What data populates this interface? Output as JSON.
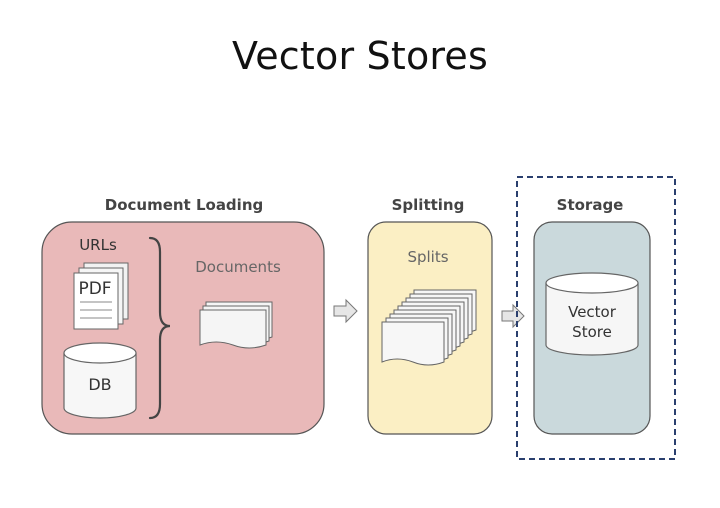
{
  "title": "Vector Stores",
  "sections": {
    "document_loading": {
      "heading": "Document Loading",
      "urls_label": "URLs",
      "pdf_label": "PDF",
      "db_label": "DB",
      "documents_label": "Documents",
      "fill": "#e9b9b9"
    },
    "splitting": {
      "heading": "Splitting",
      "splits_label": "Splits",
      "fill": "#fbefc4"
    },
    "storage": {
      "heading": "Storage",
      "store_line1": "Vector",
      "store_line2": "Store",
      "fill": "#cad9dc",
      "highlight_border": "#2a3f6e"
    }
  }
}
